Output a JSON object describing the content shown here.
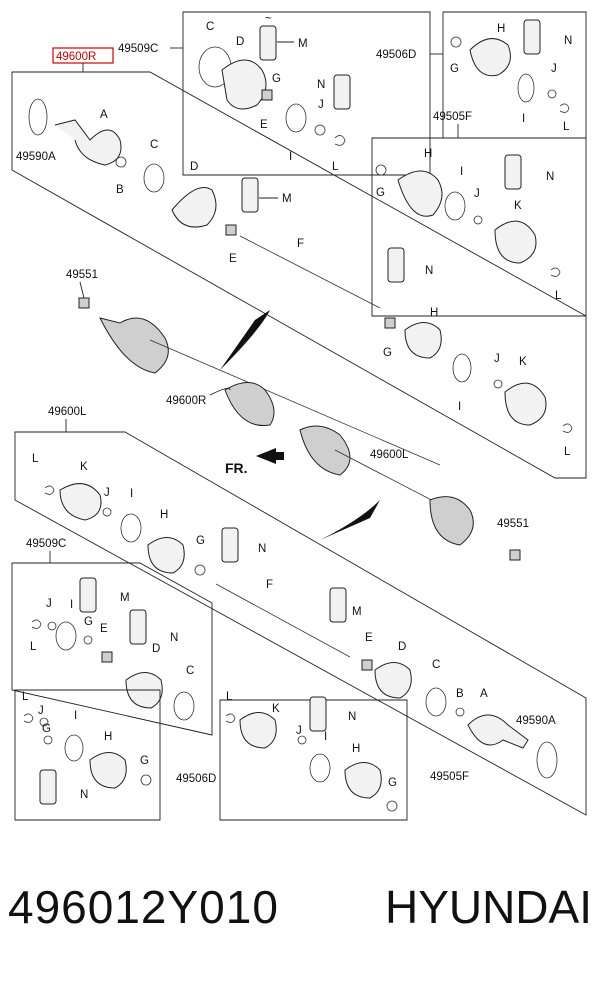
{
  "diagram": {
    "highlighted_label": "49600R",
    "highlight_color": "#d00000",
    "direction_label": "FR.",
    "labels": {
      "r_49509C": "49509C",
      "r_49506D": "49506D",
      "r_49505F": "49505F",
      "r_49590A": "49590A",
      "r_49551": "49551",
      "r_49600R": "49600R",
      "l_49600L": "49600L",
      "l_49600L_b": "49600L",
      "l_49551": "49551",
      "l_49509C": "49509C",
      "l_49506D": "49506D",
      "l_49505F": "49505F",
      "l_49590A": "49590A"
    },
    "letters": [
      "A",
      "B",
      "C",
      "D",
      "E",
      "F",
      "G",
      "H",
      "I",
      "J",
      "K",
      "L",
      "M",
      "N"
    ]
  },
  "footer": {
    "part_number": "496012Y010",
    "brand": "HYUNDAI"
  }
}
